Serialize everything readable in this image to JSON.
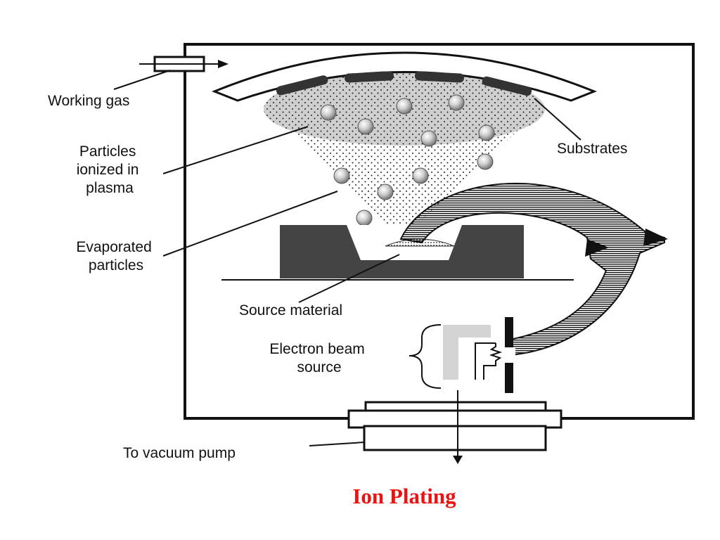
{
  "caption": "Ion Plating",
  "colors": {
    "caption": "#ee1111",
    "line": "#111111",
    "plasma": "#cfcfcf",
    "source_block": "#444444",
    "substrate": "#333333",
    "particle": "#bdbdbd",
    "shield": "#d4d4d4"
  },
  "labels": {
    "working_gas": "Working gas",
    "particles_ionized": [
      "Particles",
      "ionized in",
      "plasma"
    ],
    "evaporated": [
      "Evaporated",
      "particles"
    ],
    "source_material": "Source material",
    "electron_beam": [
      "Electron beam",
      "source"
    ],
    "substrates": "Substrates",
    "vacuum_pump": "To vacuum pump"
  },
  "icons": {
    "gas_inlet": "gas-inlet-icon",
    "pump_flange": "pump-flange-icon",
    "electron_beam": "curved-arrow-icon",
    "filament": "resistor-icon"
  }
}
